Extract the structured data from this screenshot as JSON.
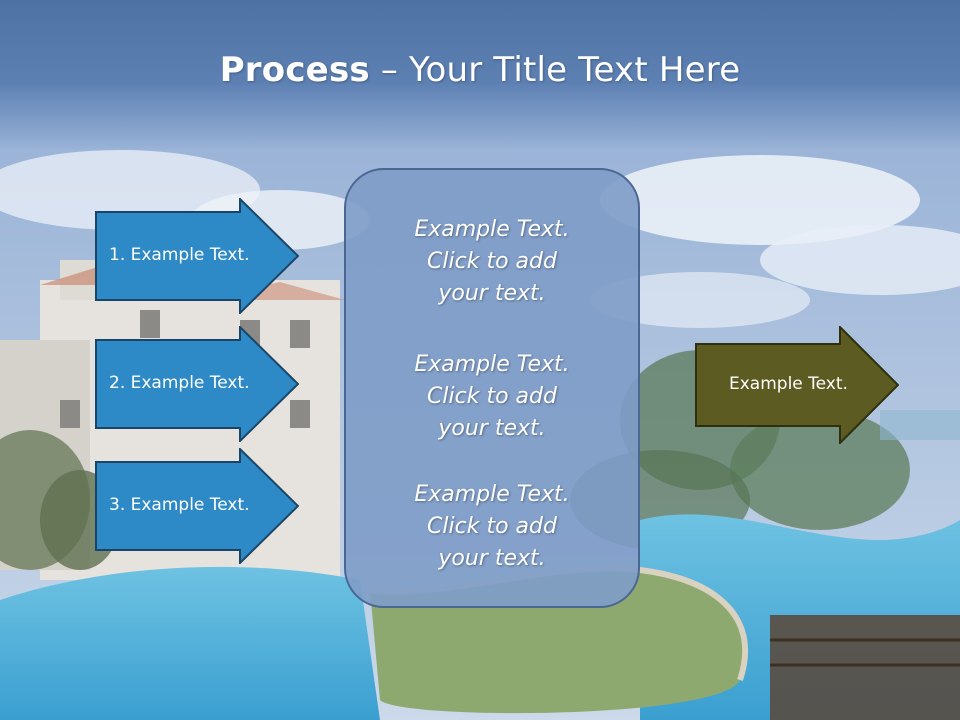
{
  "title": {
    "bold": "Process",
    "rest": " – Your Title Text Here"
  },
  "left_arrows": [
    {
      "label": "1. Example Text."
    },
    {
      "label": "2. Example Text."
    },
    {
      "label": "3. Example Text."
    }
  ],
  "center_items": [
    {
      "line1": "Example Text.",
      "line2": "Click  to add",
      "line3": "your text."
    },
    {
      "line1": "Example Text.",
      "line2": "Click  to add",
      "line3": "your text."
    },
    {
      "line1": "Example Text.",
      "line2": "Click  to add",
      "line3": "your text."
    }
  ],
  "right_arrow": {
    "label": "Example Text."
  },
  "colors": {
    "title_band": "#5a7cae",
    "left_arrow_fill": "#2e8ac6",
    "right_arrow_fill": "#5b5b22",
    "center_box_fill": "#8aa8d2"
  }
}
